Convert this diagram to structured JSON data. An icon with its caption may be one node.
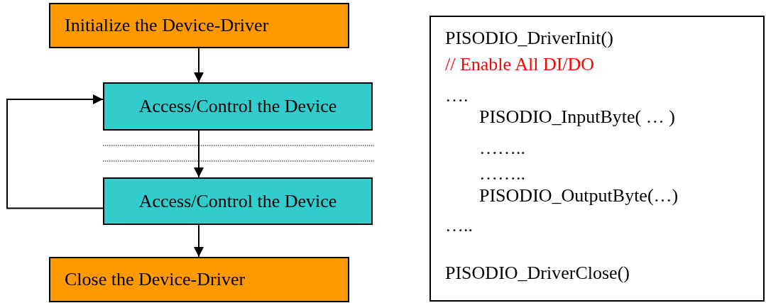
{
  "diagram": {
    "nodes": [
      {
        "text": [
          "Initialize the Device-Driver"
        ]
      },
      {
        "text": [
          "Access/Control the Device"
        ]
      },
      {
        "text": [
          "Access/Control the Device"
        ]
      },
      {
        "text": [
          "Close the Device-Driver"
        ]
      },
      {
        "text": [
          "PISODIO_DriverInit()",
          "// Enable All DI/DO",
          "….",
          "PISODIO_InputByte( … )",
          "……..",
          "……..",
          "PISODIO_OutputByte(…)",
          "…..",
          "PISODIO_DriverClose()"
        ]
      }
    ],
    "edges": [
      {
        "from": 0,
        "to": 1,
        "arrow": "to"
      },
      {
        "from": 1,
        "to": 2,
        "arrow": "to"
      },
      {
        "from": 2,
        "to": 3,
        "arrow": "to"
      },
      {
        "from": 2,
        "to": 1,
        "arrow": "to"
      }
    ]
  }
}
